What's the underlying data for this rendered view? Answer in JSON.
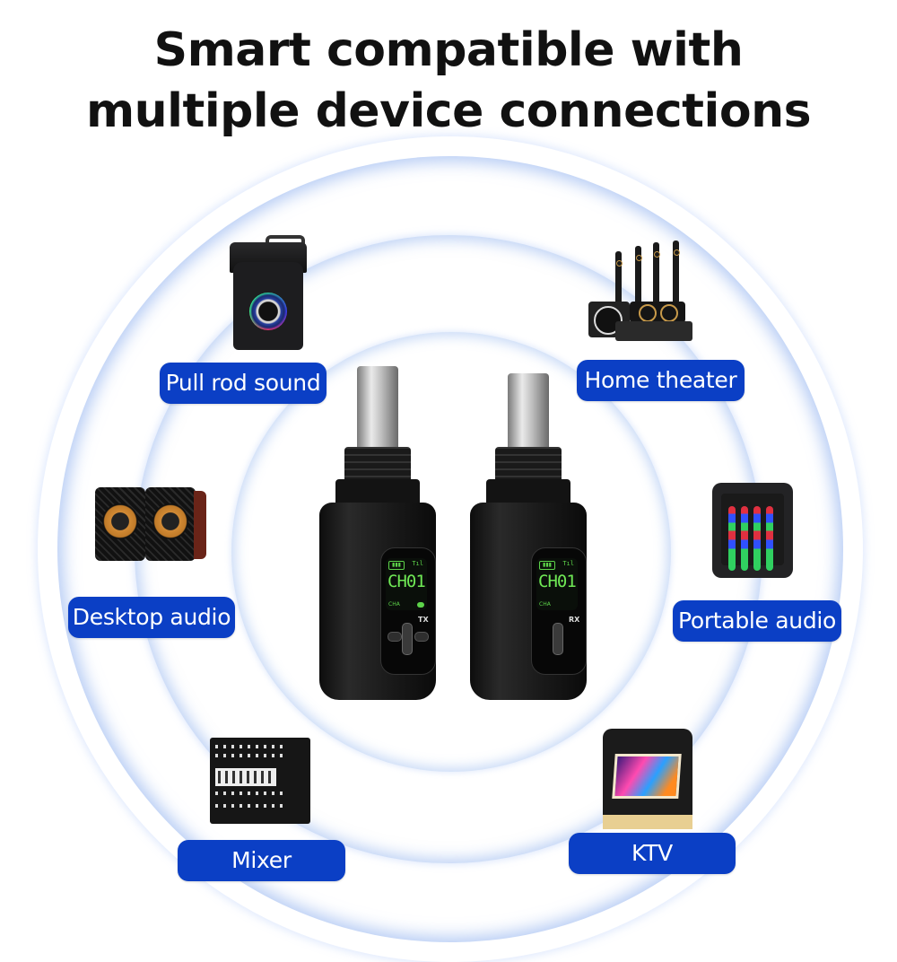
{
  "title": {
    "line1": "Smart compatible with",
    "line2": "multiple device connections"
  },
  "colors": {
    "label_bg": "#0b3fc5",
    "label_text": "#ffffff",
    "ring_glow": "#7aa0eb",
    "lcd_green": "#6fe855"
  },
  "devices": [
    {
      "id": "pull-rod-sound",
      "label": "Pull rod sound",
      "icon": "party-speaker-icon"
    },
    {
      "id": "home-theater",
      "label": "Home theater",
      "icon": "home-theater-icon"
    },
    {
      "id": "desktop-audio",
      "label": "Desktop audio",
      "icon": "desktop-speakers-icon"
    },
    {
      "id": "portable-audio",
      "label": "Portable audio",
      "icon": "portable-speaker-icon"
    },
    {
      "id": "mixer",
      "label": "Mixer",
      "icon": "audio-mixer-icon"
    },
    {
      "id": "ktv",
      "label": "KTV",
      "icon": "karaoke-system-icon"
    }
  ],
  "units": {
    "transmitter": {
      "channel": "CH01",
      "group": "CHA",
      "mode": "TX",
      "battery": "▮▮▮",
      "signal": "Tıl"
    },
    "receiver": {
      "channel": "CH01",
      "group": "CHA",
      "mode": "RX",
      "battery": "▮▮▮",
      "signal": "Tıl"
    }
  }
}
